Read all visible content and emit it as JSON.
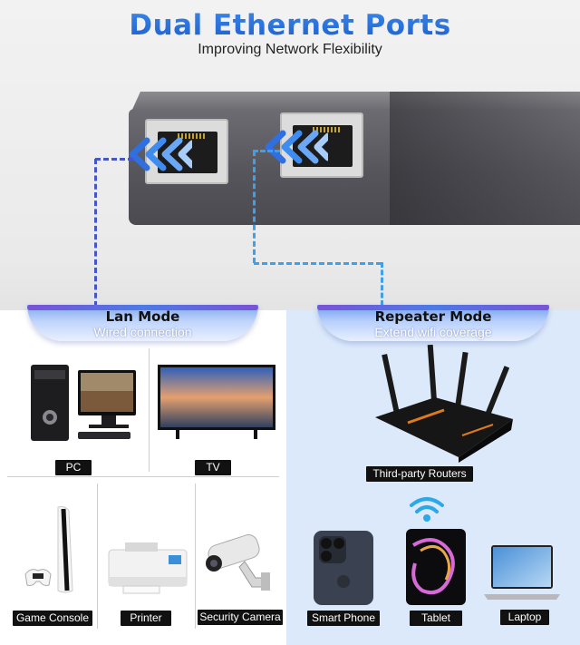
{
  "header": {
    "title": "Dual Ethernet Ports",
    "subtitle": "Improving Network Flexibility"
  },
  "lan_mode": {
    "title": "Lan Mode",
    "subtitle": "Wired connection",
    "devices": [
      {
        "label": "PC",
        "icon": "pc-icon"
      },
      {
        "label": "TV",
        "icon": "tv-icon"
      },
      {
        "label": "Game Console",
        "icon": "game-console-icon"
      },
      {
        "label": "Printer",
        "icon": "printer-icon"
      },
      {
        "label": "Security Camera",
        "icon": "security-camera-icon"
      }
    ]
  },
  "repeater_mode": {
    "title": "Repeater Mode",
    "subtitle": "Extend wifi coverage",
    "router": {
      "label": "Third-party Routers",
      "icon": "router-icon"
    },
    "wifi_icon": "wifi-icon",
    "devices": [
      {
        "label": "Smart Phone",
        "icon": "smartphone-icon"
      },
      {
        "label": "Tablet",
        "icon": "tablet-icon"
      },
      {
        "label": "Laptop",
        "icon": "laptop-icon"
      }
    ]
  },
  "colors": {
    "title_blue": "#2b6fd8",
    "lan_dash": "#4456c8",
    "repeater_dash": "#3ea0e8",
    "repeater_panel": "#dbe9fb",
    "label_bg": "#111111"
  }
}
